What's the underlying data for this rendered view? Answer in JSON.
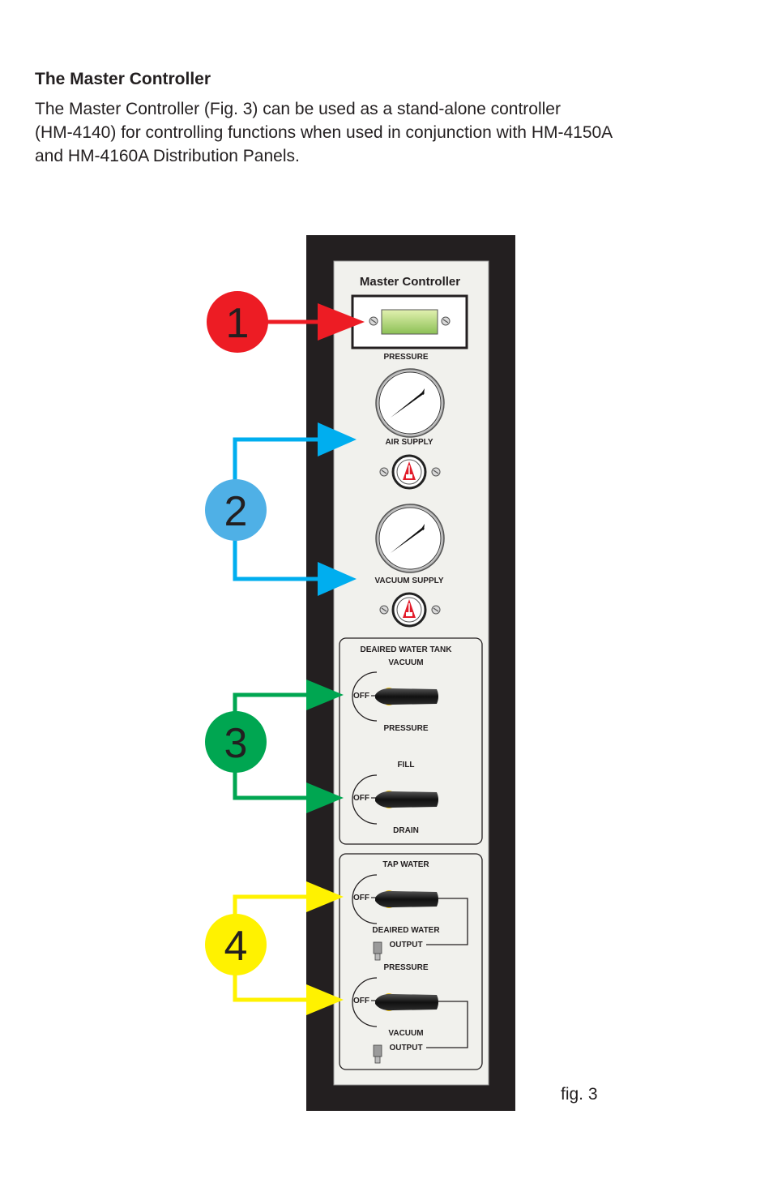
{
  "heading": "The Master Controller",
  "intro_lines": [
    "The Master Controller (Fig. 3) can be used as a stand-alone controller",
    "(HM-4140) for controlling functions when used in conjunction with HM-4150A",
    "and HM-4160A Distribution Panels."
  ],
  "panel": {
    "title": "Master Controller",
    "pressure_label": "PRESSURE",
    "air_supply_label": "AIR SUPPLY",
    "vacuum_supply_label": "VACUUM SUPPLY",
    "tank_group": {
      "title": "DEAIRED WATER TANK",
      "valve1_top": "VACUUM",
      "valve1_left": "OFF",
      "valve1_bottom": "PRESSURE",
      "valve2_top": "FILL",
      "valve2_left": "OFF",
      "valve2_bottom": "DRAIN"
    },
    "output_group": {
      "valve1_top": "TAP WATER",
      "valve1_left": "OFF",
      "valve1_bottom": "DEAIRED WATER",
      "output1": "OUTPUT",
      "valve2_top": "PRESSURE",
      "valve2_left": "OFF",
      "valve2_bottom": "VACUUM",
      "output2": "OUTPUT"
    }
  },
  "callouts": [
    {
      "number": "1",
      "color": "#ed1c24"
    },
    {
      "number": "2",
      "color": "#4fb0e6"
    },
    {
      "number": "3",
      "color": "#00a651"
    },
    {
      "number": "4",
      "color": "#fff200"
    }
  ],
  "arrow_colors": {
    "1": "#ed1c24",
    "2": "#00aeef",
    "3": "#00a651",
    "4": "#fff200"
  },
  "figure_caption": "fig. 3"
}
